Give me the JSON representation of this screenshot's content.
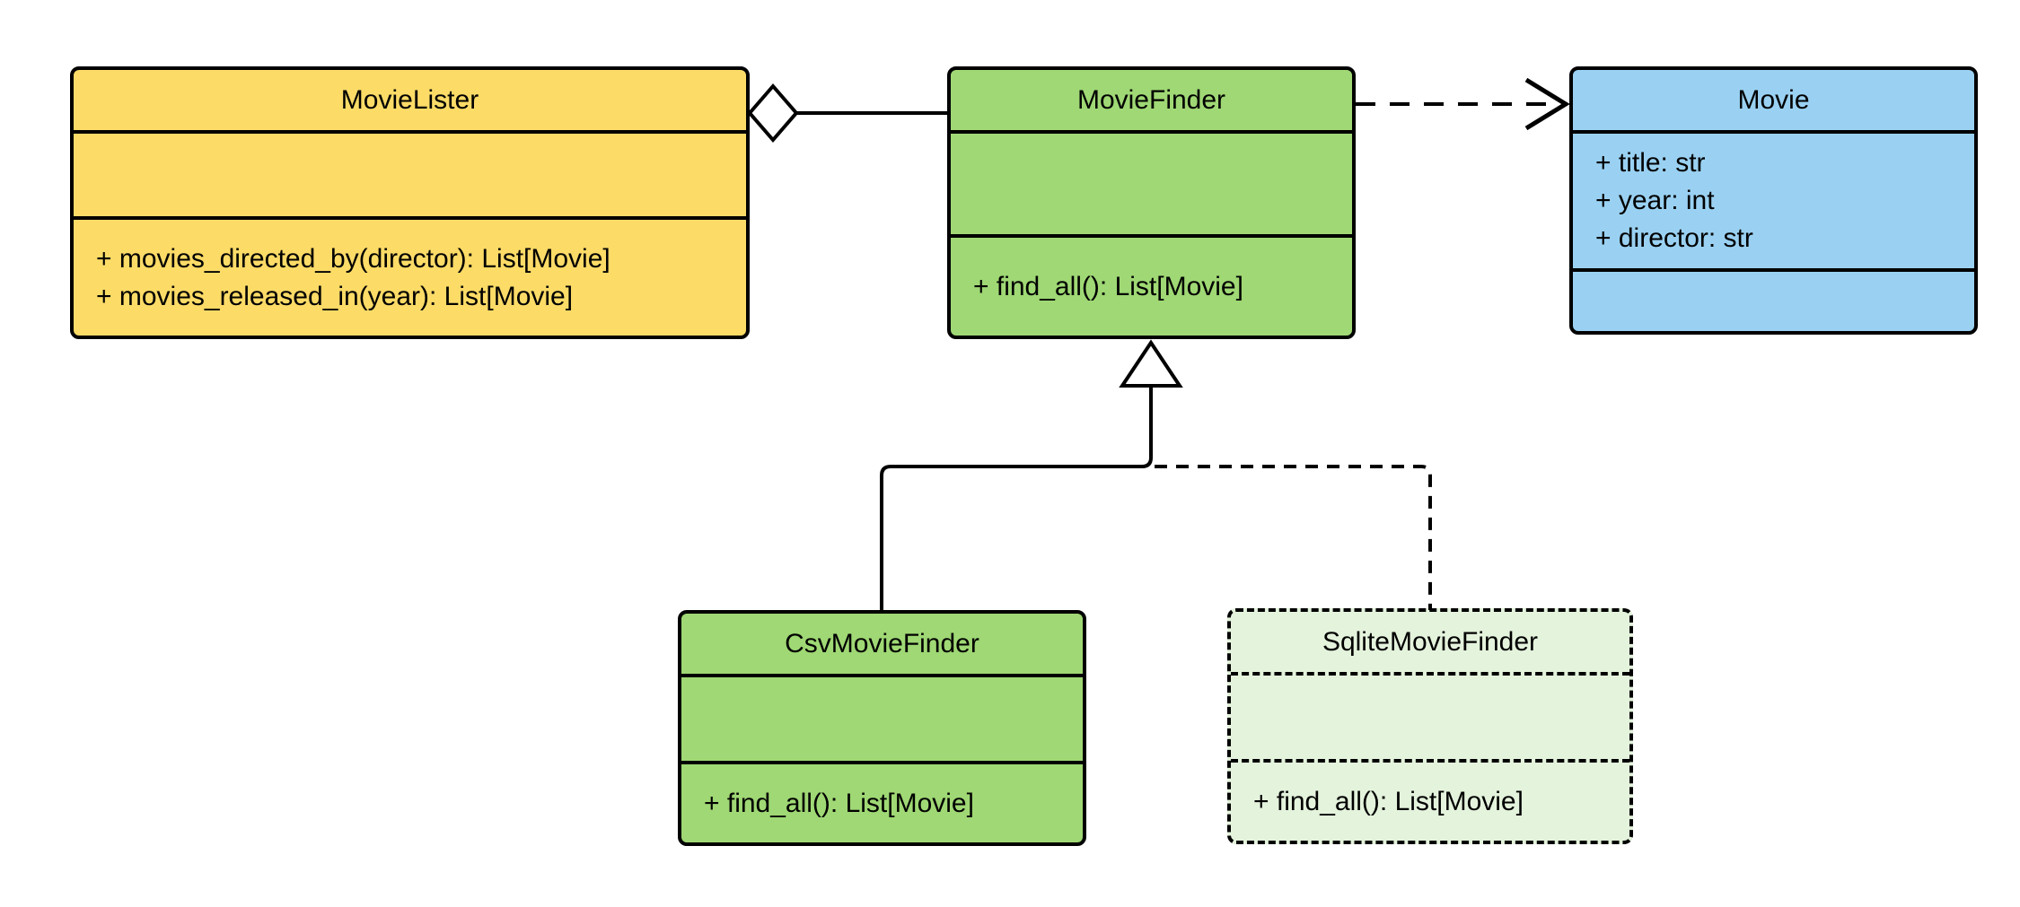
{
  "diagram_type": "uml-class-diagram",
  "colors": {
    "background": "#FFFFFF",
    "line": "#000000",
    "class_yellow": "#FCDB67",
    "class_green": "#9FD874",
    "class_blue": "#9AD1F2",
    "class_light_green": "#E4F3DC"
  },
  "classes": [
    {
      "name": "MovieLister",
      "attributes": [],
      "methods": [
        "+ movies_directed_by(director): List[Movie]",
        "+ movies_released_in(year): List[Movie]"
      ],
      "fill": "#FCDB67",
      "border_style": "solid"
    },
    {
      "name": "MovieFinder",
      "attributes": [],
      "methods": [
        "+ find_all(): List[Movie]"
      ],
      "fill": "#9FD874",
      "border_style": "solid"
    },
    {
      "name": "Movie",
      "attributes": [
        "+ title: str",
        "+ year: int",
        "+ director: str"
      ],
      "methods": [],
      "fill": "#9AD1F2",
      "border_style": "solid"
    },
    {
      "name": "CsvMovieFinder",
      "attributes": [],
      "methods": [
        "+ find_all(): List[Movie]"
      ],
      "fill": "#9FD874",
      "border_style": "solid"
    },
    {
      "name": "SqliteMovieFinder",
      "attributes": [],
      "methods": [
        "+ find_all(): List[Movie]"
      ],
      "fill": "#E4F3DC",
      "border_style": "dashed"
    }
  ],
  "relationships": [
    {
      "type": "aggregation",
      "from": "MovieLister",
      "to": "MovieFinder",
      "line": "solid",
      "marker": "hollow-diamond"
    },
    {
      "type": "dependency",
      "from": "MovieFinder",
      "to": "Movie",
      "line": "dashed",
      "marker": "open-arrow"
    },
    {
      "type": "generalization",
      "from": "CsvMovieFinder",
      "to": "MovieFinder",
      "line": "solid",
      "marker": "hollow-triangle"
    },
    {
      "type": "realization",
      "from": "SqliteMovieFinder",
      "to": "MovieFinder",
      "line": "dashed",
      "marker": "hollow-triangle"
    }
  ]
}
